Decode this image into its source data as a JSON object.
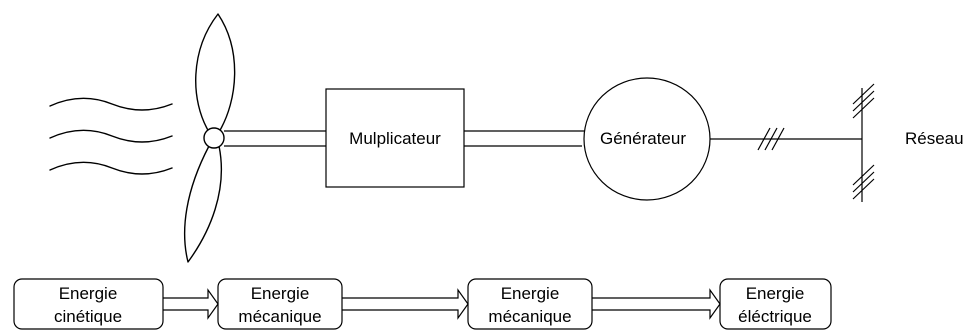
{
  "diagram": {
    "components": {
      "multiplier_label": "Mulplicateur",
      "generator_label": "Générateur",
      "grid_label": "Réseau"
    },
    "energy_chain": [
      {
        "line1": "Energie",
        "line2": "cinétique"
      },
      {
        "line1": "Energie",
        "line2": "mécanique"
      },
      {
        "line1": "Energie",
        "line2": "mécanique"
      },
      {
        "line1": "Energie",
        "line2": "éléctrique"
      }
    ]
  }
}
